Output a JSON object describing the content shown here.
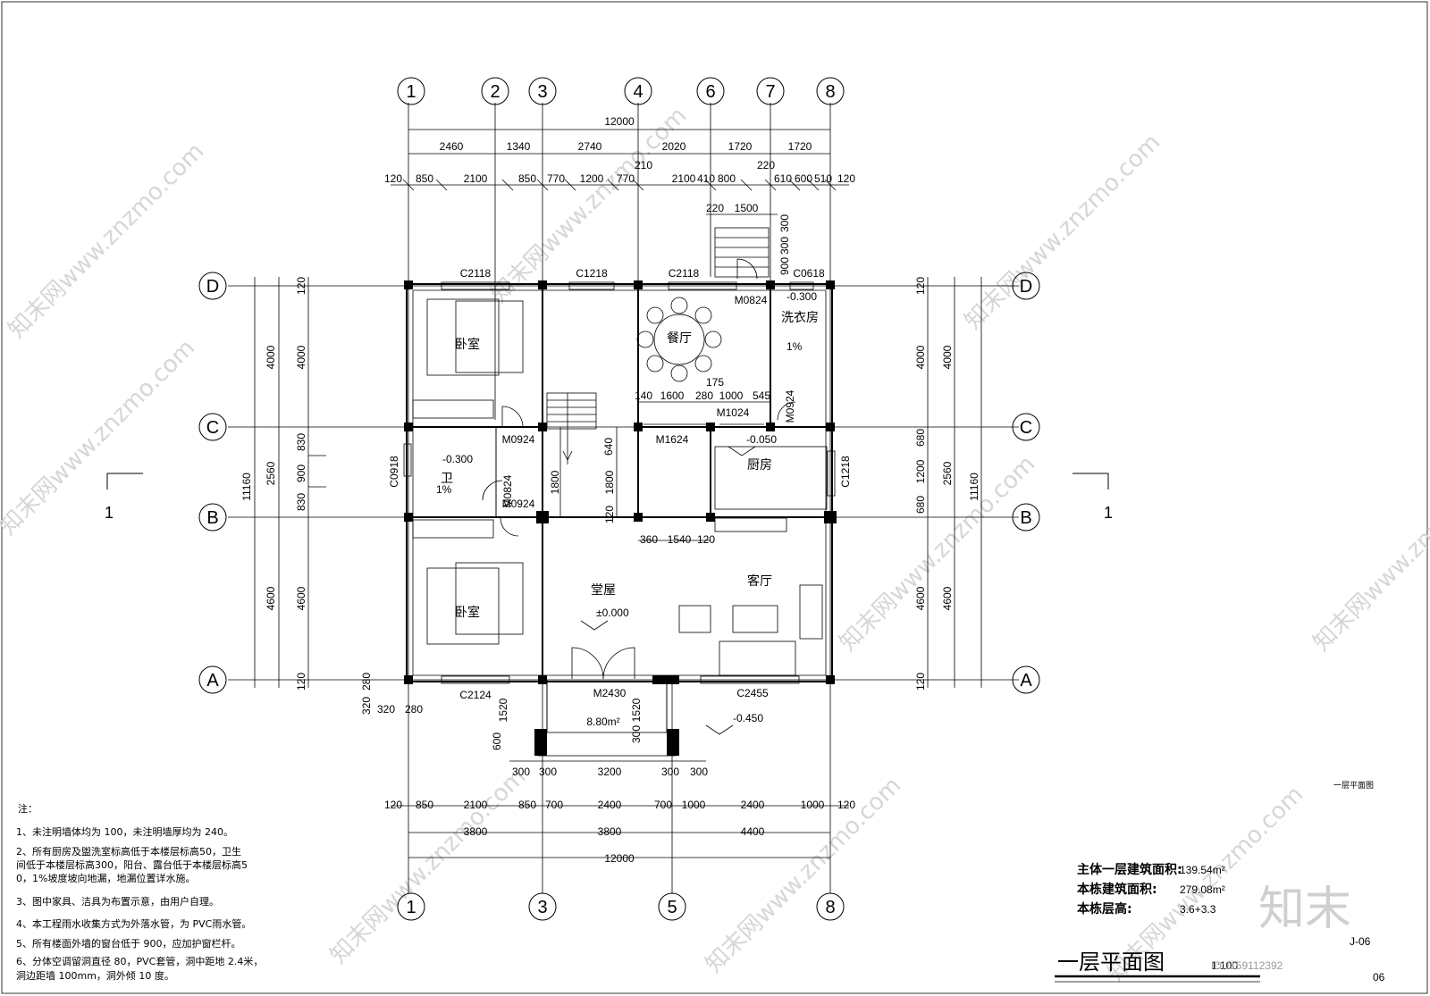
{
  "drawing": {
    "title": "一层平面图",
    "scale": "1:100",
    "sheet_small_label": "一层平面图",
    "sheet_code": "J-06",
    "sheet_code_small": "06",
    "watermark": "知末网www.znzmo.com",
    "logo_text": "知末",
    "id_text": "ID:1159112392"
  },
  "grid_axes": {
    "top": [
      "1",
      "2",
      "3",
      "4",
      "6",
      "7",
      "8"
    ],
    "bottom": [
      "1",
      "3",
      "5",
      "8"
    ],
    "left": [
      "D",
      "C",
      "B",
      "A"
    ],
    "right": [
      "D",
      "C",
      "B",
      "A"
    ]
  },
  "dimensions": {
    "top_total": "12000",
    "top_axes": [
      "2460",
      "1340",
      "2740",
      "2020",
      "1720",
      "1720"
    ],
    "top_detail": [
      "120",
      "850",
      "2100",
      "850",
      "770",
      "1200",
      "770",
      "210",
      "2100",
      "410",
      "800",
      "220",
      "610",
      "600",
      "510",
      "120"
    ],
    "stair_top": [
      "220",
      "1500",
      "300",
      "300",
      "900"
    ],
    "bottom_detail": [
      "120",
      "850",
      "2100",
      "850",
      "700",
      "2400",
      "700",
      "1000",
      "2400",
      "1000",
      "120"
    ],
    "bottom_axes": [
      "3800",
      "3800",
      "4400"
    ],
    "bottom_total": "12000",
    "left_outer": [
      "120",
      "4000",
      "2560",
      "4600",
      "120"
    ],
    "left_total": "11160",
    "left_inner": [
      "120",
      "4000",
      "830",
      "900",
      "830",
      "4600",
      "120"
    ],
    "right_outer": [
      "120",
      "4000",
      "2560",
      "4600",
      "120"
    ],
    "right_total": "11160",
    "right_inner": [
      "120",
      "4000",
      "680",
      "1200",
      "680",
      "4600",
      "120"
    ],
    "porch": [
      "300",
      "300",
      "3200",
      "300",
      "300",
      "1520",
      "1520",
      "600",
      "300",
      "300"
    ],
    "interior": [
      "140",
      "1600",
      "280",
      "1000",
      "545",
      "175",
      "640",
      "1800",
      "1800",
      "120",
      "120",
      "360",
      "1540",
      "120",
      "320",
      "320",
      "280",
      "280"
    ]
  },
  "rooms": {
    "bedroom_top": "卧室",
    "bedroom_bottom": "卧室",
    "dining": "餐厅",
    "laundry": "洗衣房",
    "kitchen": "厨房",
    "bathroom": "卫",
    "hall": "堂屋",
    "living": "客厅"
  },
  "levels": {
    "laundry": "-0.300",
    "kitchen": "-0.050",
    "bathroom": "-0.300",
    "hall": "±0.000",
    "porch": "-0.450",
    "slope_laundry": "1%",
    "slope_bath": "1%",
    "porch_area": "8.80m²"
  },
  "openings": {
    "windows": [
      "C2118",
      "C1218",
      "C2118",
      "C0618",
      "C0918",
      "C1218",
      "C2124",
      "C2455"
    ],
    "doors": [
      "M0824",
      "M0924",
      "M1024",
      "M1624",
      "M0924",
      "M0824",
      "M0924",
      "M2430"
    ]
  },
  "section_marks": {
    "left": "1",
    "right": "1"
  },
  "notes": {
    "heading": "注：",
    "lines": [
      "1、未注明墙体均为    100，未注明墙厚均为    240。",
      "2、所有厨房及盥洗室标高低于本楼层标高50，卫生",
      "  间低于本楼层标高300，阳台、露台低于本楼层标高5",
      "  0，1%坡度坡向地漏，地漏位置详水施。",
      "3、图中家具、洁具为布置示意，由用户自理。",
      "4、本工程雨水收集方式为外落水管，为          PVC雨水管。",
      "5、所有楼面外墙的窗台低于         900，应加护窗栏杆。",
      "6、分体空调留洞直径      80，PVC套管，洞中距地    2.4米，",
      "  洞边距墙 100mm，洞外倾 10 度。"
    ]
  },
  "area_stats": [
    {
      "label": "主体一层建筑面积:",
      "value": "139.54m²"
    },
    {
      "label": "本栋建筑面积:",
      "value": "279.08m²"
    },
    {
      "label": "本栋层高:",
      "value": "3.6+3.3"
    }
  ]
}
